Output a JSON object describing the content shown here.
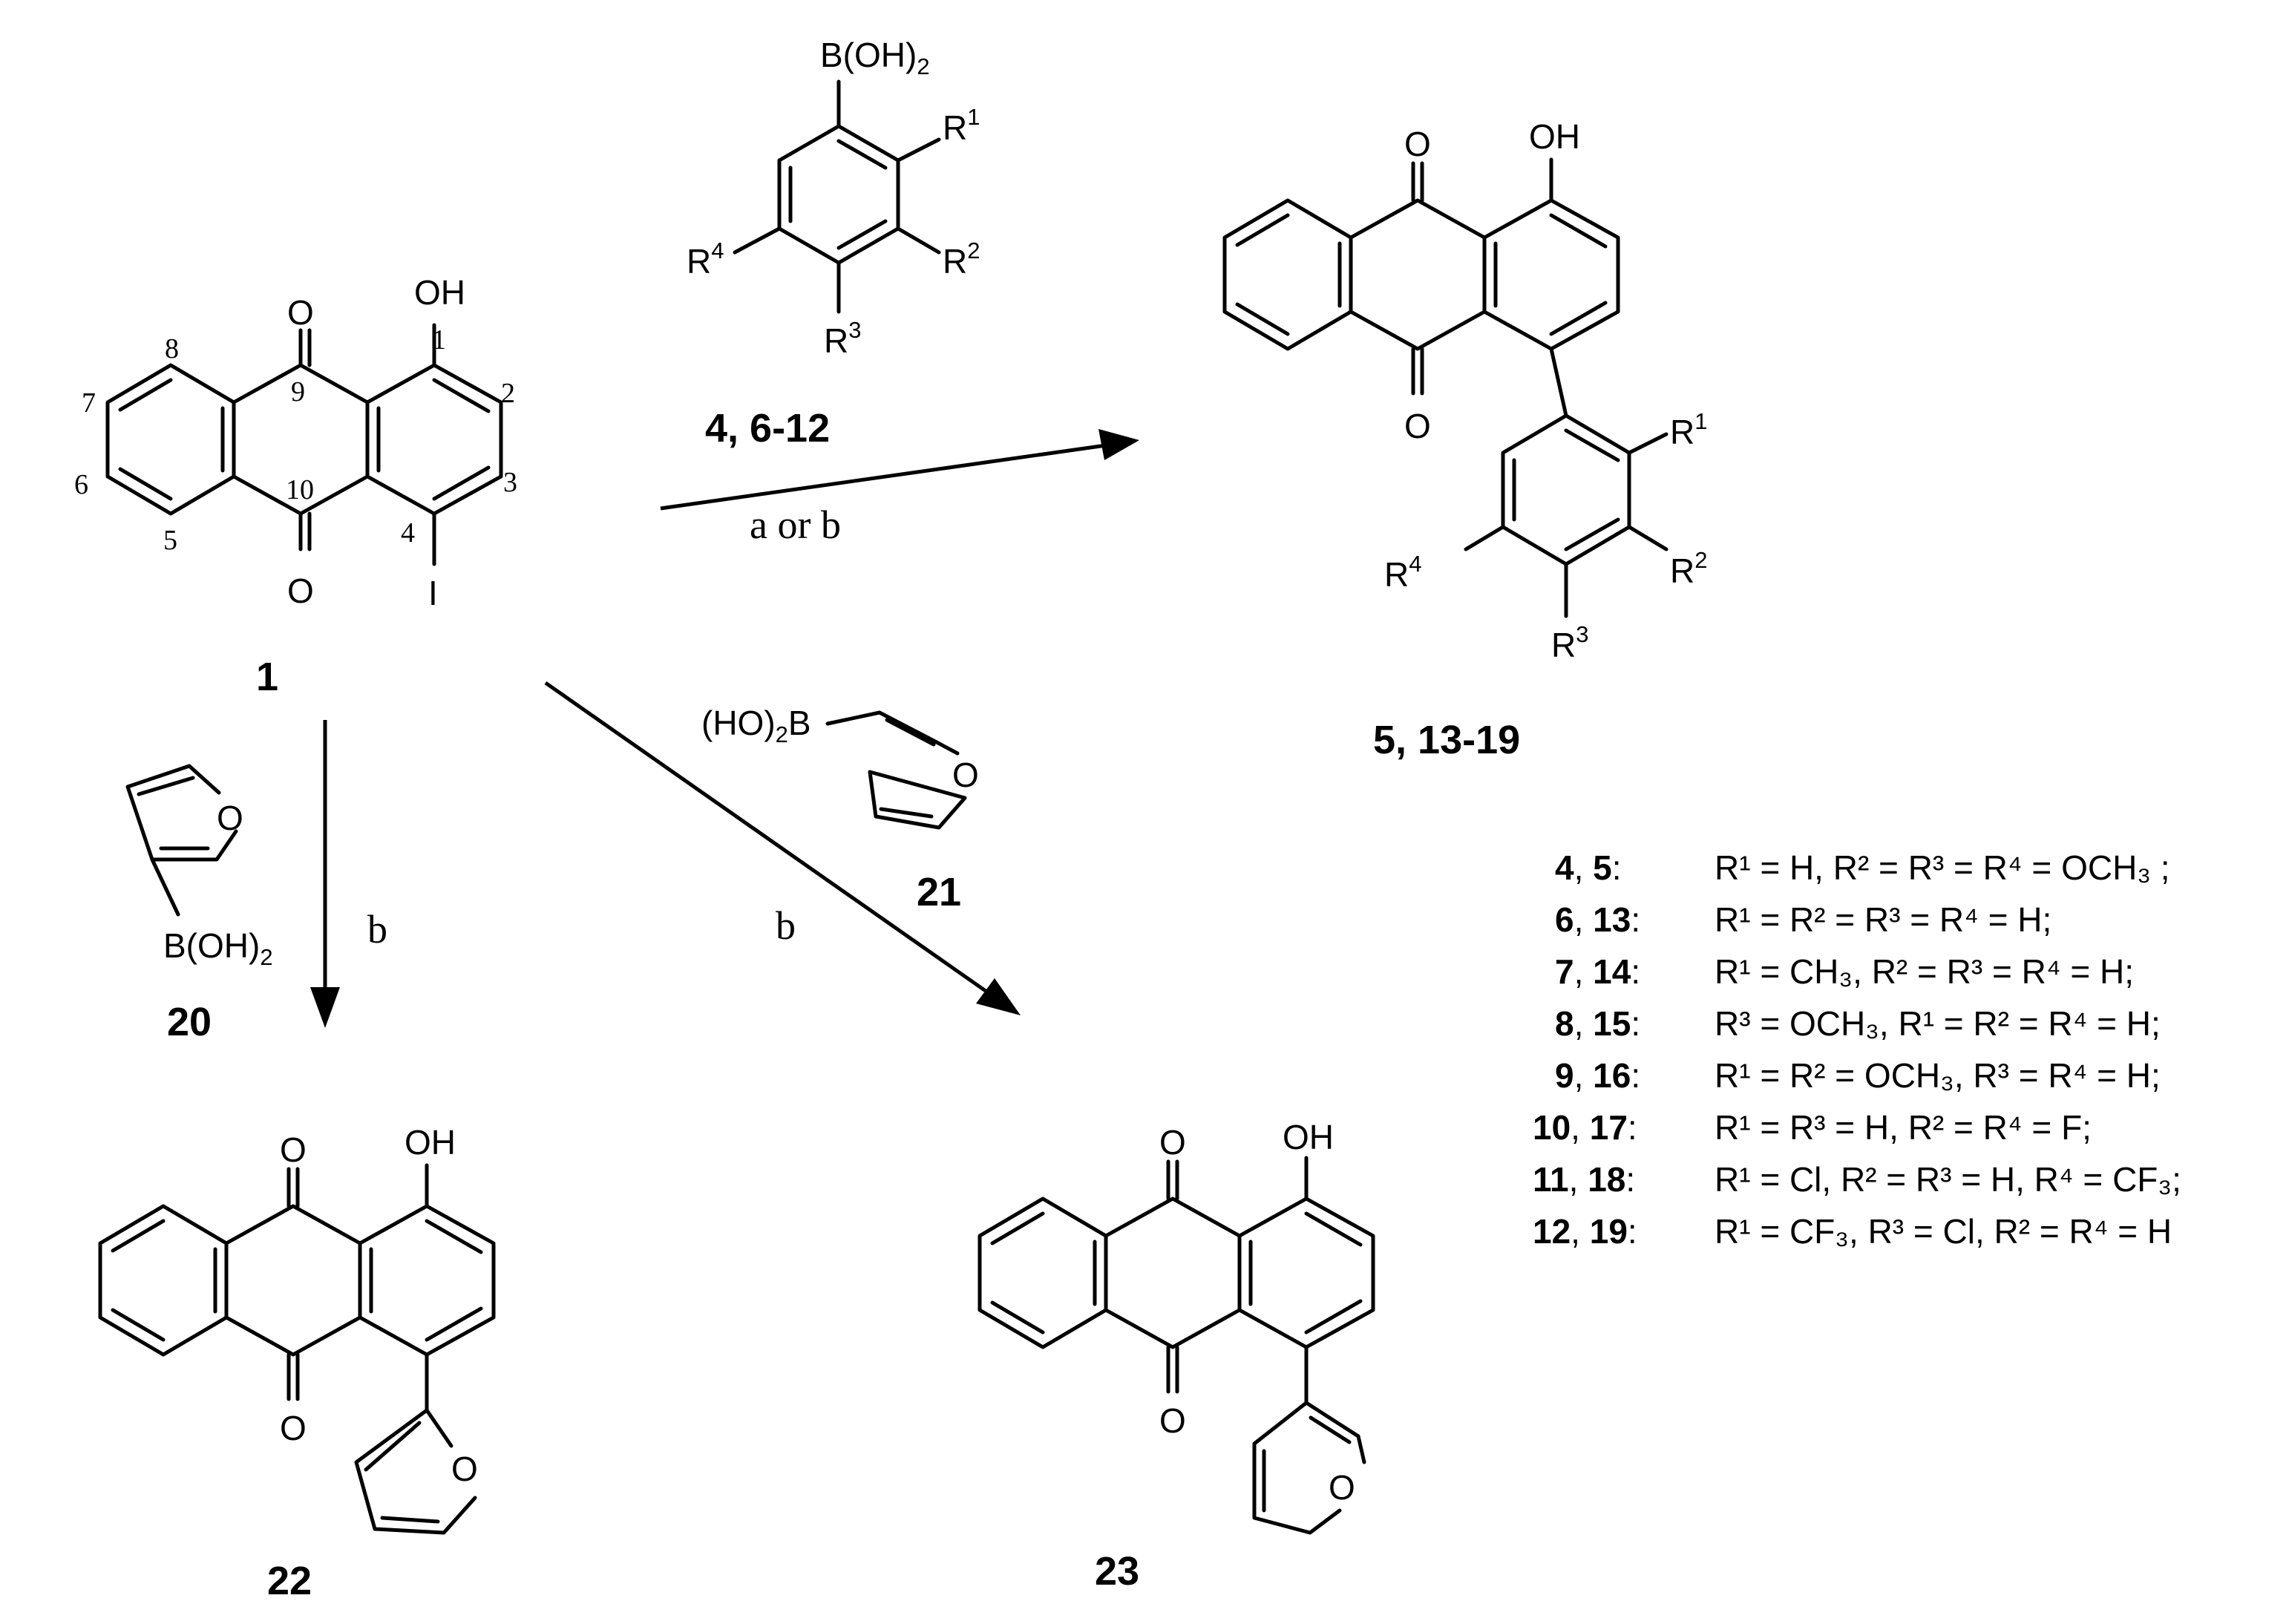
{
  "compounds": {
    "c1": "1",
    "c4_6_12": "4, 6-12",
    "c5_13_19": "5, 13-19",
    "c20": "20",
    "c21": "21",
    "c22": "22",
    "c23": "23"
  },
  "conditions": {
    "top": "a or  b",
    "down": "b",
    "diag": "b"
  },
  "atoms": {
    "o": "O",
    "oh": "OH",
    "i": "I",
    "boh2": "B(OH)",
    "ho2": "(HO)",
    "b": "B",
    "two": "2",
    "r": "R",
    "sup1": "1",
    "sup2": "2",
    "sup3": "3",
    "sup4": "4"
  },
  "numbering": [
    "1",
    "2",
    "3",
    "4",
    "5",
    "6",
    "7",
    "8",
    "9",
    "10"
  ],
  "legend": [
    {
      "ids": "4",
      "ids2": "5",
      "text": "R¹ = H, R² = R³ = R⁴ = OCH₃ ;"
    },
    {
      "ids": "6",
      "ids2": "13",
      "text": "R¹ = R² = R³ = R⁴ = H;"
    },
    {
      "ids": "7",
      "ids2": "14",
      "text": "R¹ = CH₃, R² = R³ = R⁴ = H;"
    },
    {
      "ids": "8",
      "ids2": "15",
      "text": "R³ = OCH₃, R¹ = R² = R⁴ = H;"
    },
    {
      "ids": "9",
      "ids2": "16",
      "text": "R¹ = R² = OCH₃, R³ = R⁴ = H;"
    },
    {
      "ids": "10",
      "ids2": "17",
      "text": "R¹ = R³ = H, R² = R⁴ = F;"
    },
    {
      "ids": "11",
      "ids2": "18",
      "text": "R¹ = Cl, R² = R³ = H, R⁴ = CF₃;"
    },
    {
      "ids": "12",
      "ids2": "19",
      "text": "R¹ = CF₃, R³ = Cl, R² = R⁴ = H"
    }
  ]
}
